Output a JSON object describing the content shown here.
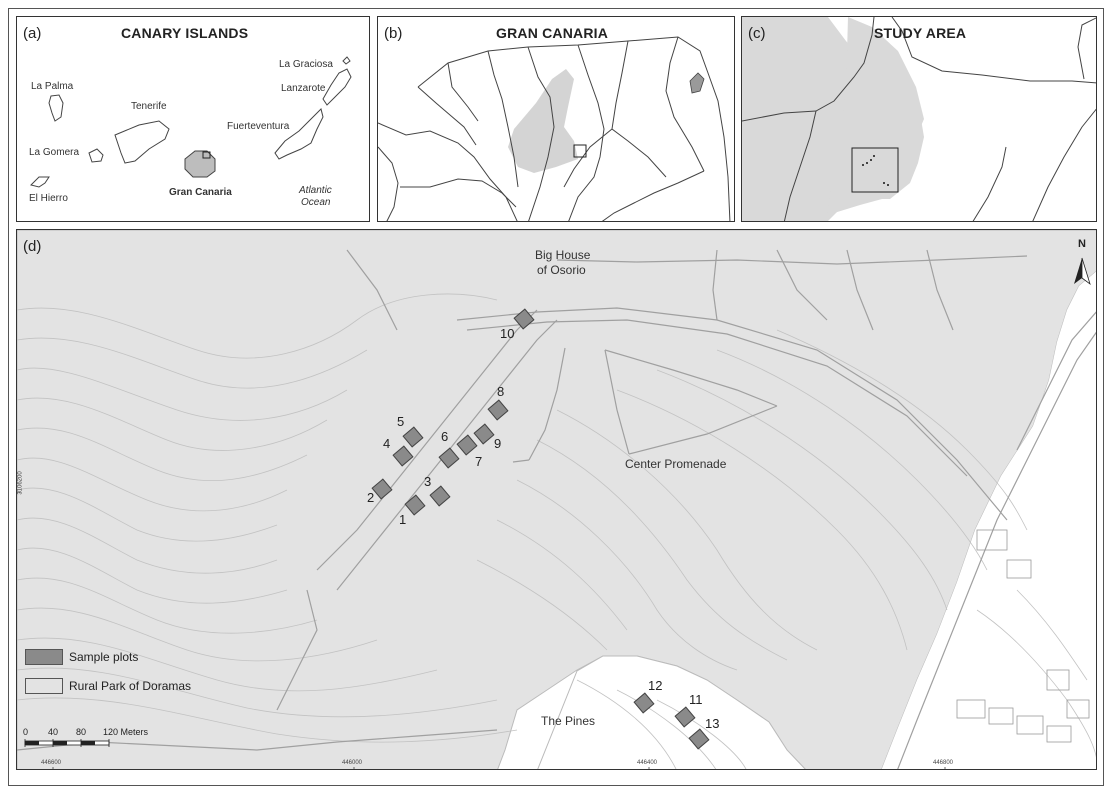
{
  "panels": {
    "a": {
      "letter": "(a)",
      "title": "CANARY ISLANDS",
      "islands": {
        "la_palma": "La Palma",
        "tenerife": "Tenerife",
        "la_gomera": "La Gomera",
        "el_hierro": "El Hierro",
        "gran_canaria": "Gran Canaria",
        "la_graciosa": "La Graciosa",
        "lanzarote": "Lanzarote",
        "fuerteventura": "Fuerteventura"
      },
      "ocean_line1": "Atlantic",
      "ocean_line2": "Ocean"
    },
    "b": {
      "letter": "(b)",
      "title": "GRAN CANARIA"
    },
    "c": {
      "letter": "(c)",
      "title": "STUDY AREA"
    },
    "d": {
      "letter": "(d)"
    }
  },
  "map": {
    "places": {
      "big_house_line1": "Big House",
      "big_house_line2": "of Osorio",
      "center_promenade": "Center Promenade",
      "the_pines": "The Pines"
    },
    "plots": [
      "1",
      "2",
      "3",
      "4",
      "5",
      "6",
      "7",
      "8",
      "9",
      "10",
      "11",
      "12",
      "13"
    ],
    "legend": {
      "sample_plots": "Sample plots",
      "rural_park": "Rural Park of Doramas"
    },
    "scale": {
      "t0": "0",
      "t40": "40",
      "t80": "80",
      "t120": "120 Meters"
    },
    "north": "N",
    "coords": {
      "x1": "446600",
      "x2": "446000",
      "x3": "446400",
      "x4": "446800",
      "y1": "3106200"
    }
  },
  "colors": {
    "park_fill": "#e0e0e0",
    "plot_fill": "#8a8a8a",
    "contour": "#bdbdbd",
    "road": "#9a9a9a"
  }
}
